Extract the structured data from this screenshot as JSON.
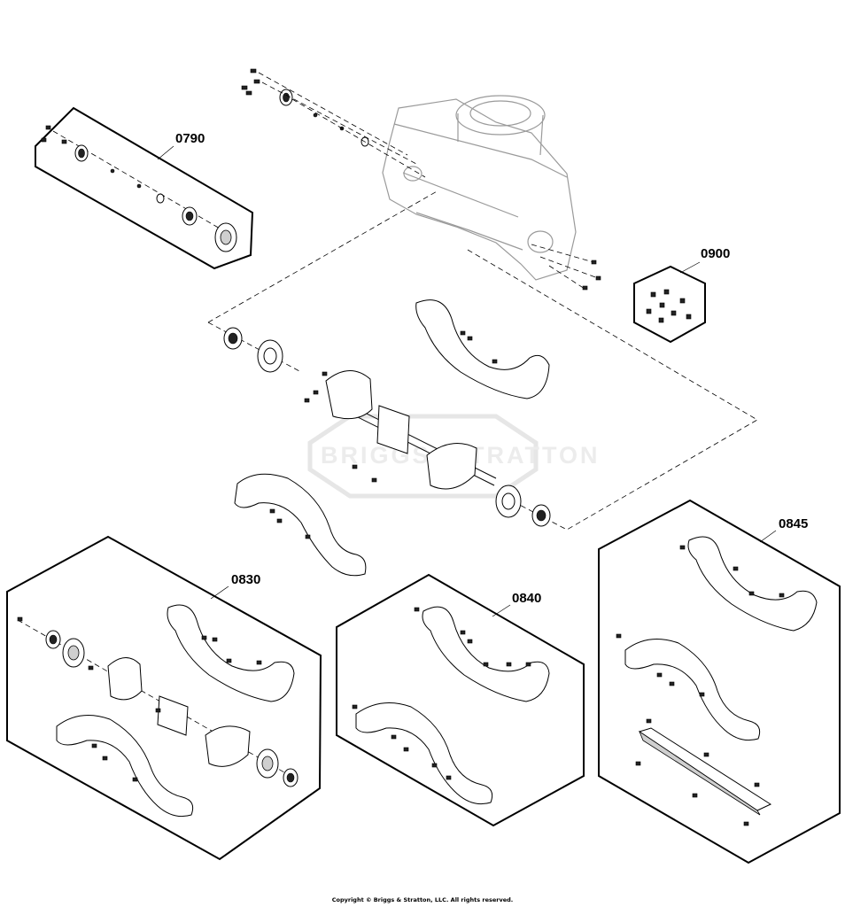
{
  "callouts": {
    "c0790": "0790",
    "c0900": "0900",
    "c0830": "0830",
    "c0840": "0840",
    "c0845": "0845"
  },
  "watermark": "BRIGGS&STRATTON",
  "copyright": "Copyright © Briggs & Stratton, LLC. All rights reserved."
}
